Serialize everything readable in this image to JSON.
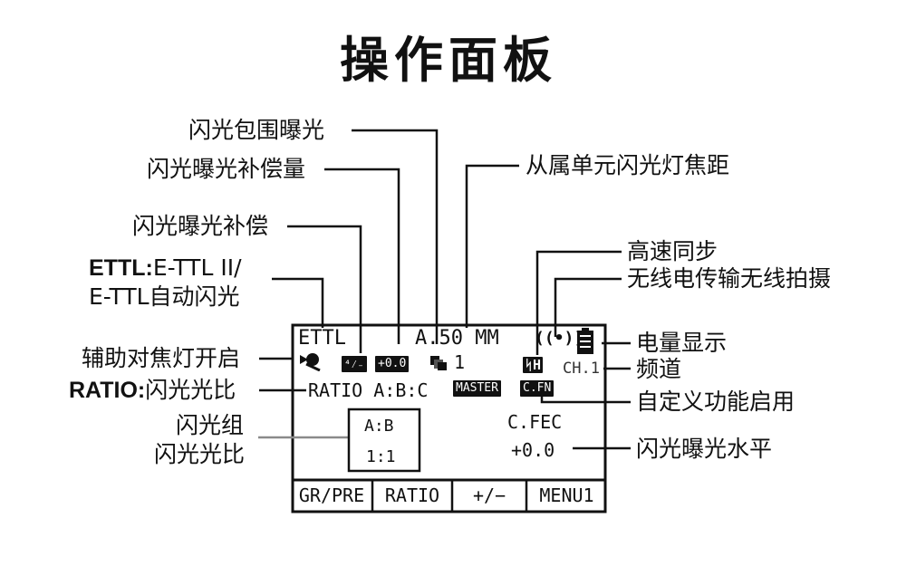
{
  "title": "操作面板",
  "callouts": {
    "bracket": "闪光包围曝光",
    "fec_amount": "闪光曝光补偿量",
    "slave_zoom": "从属单元闪光灯焦距",
    "fec": "闪光曝光补偿",
    "hss": "高速同步",
    "ettl_key": "ETTL:",
    "ettl_val1": "E-TTL II/",
    "ettl_val2": "E-TTL自动闪光",
    "wireless": "无线电传输无线拍摄",
    "battery": "电量显示",
    "af_assist": "辅助对焦灯开启",
    "channel": "频道",
    "ratio_key": "RATIO:",
    "ratio_val": "闪光光比",
    "custom_fn": "自定义功能启用",
    "group_ratio_1": "闪光组",
    "group_ratio_2": "闪光光比",
    "fec_level": "闪光曝光水平"
  },
  "lcd": {
    "mode": "ETTL",
    "zoom": "A.50 MM",
    "fec_chip": "+0.0",
    "fec_icon_text": "⁴⁄₋",
    "bracket_count": "1",
    "hss_chip": "ᛋH",
    "channel": "CH.1",
    "ratio_line": "RATIO A:B:C",
    "master_chip": "MASTER",
    "cfn_chip": "C.FN",
    "group_top": "A:B",
    "group_bottom": "1:1",
    "cfec_label": "C.FEC",
    "cfec_value": "+0.0",
    "wireless_glyph": "((•))"
  },
  "softkeys": [
    "GR/PRE",
    "RATIO",
    "+/−",
    "MENU1"
  ],
  "icons": {
    "af_assist": "af-assist-lamp-icon",
    "fec": "flash-exposure-compensation-icon",
    "bracket": "bracketing-icon",
    "hss": "high-speed-sync-icon",
    "wireless": "radio-wireless-icon",
    "battery": "battery-icon"
  }
}
